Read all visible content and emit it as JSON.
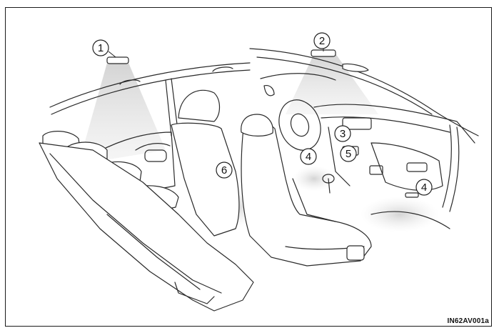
{
  "figure_code": "IN62AV001a",
  "callouts": [
    {
      "id": "c1",
      "label": "1"
    },
    {
      "id": "c2",
      "label": "2"
    },
    {
      "id": "c3",
      "label": "3"
    },
    {
      "id": "c4a",
      "label": "4"
    },
    {
      "id": "c5",
      "label": "5"
    },
    {
      "id": "c6",
      "label": "6"
    },
    {
      "id": "c4b",
      "label": "4"
    }
  ],
  "colors": {
    "line": "#2a2a2a",
    "light_beam": "#d8d8d8",
    "frame": "#1a1a1a"
  }
}
